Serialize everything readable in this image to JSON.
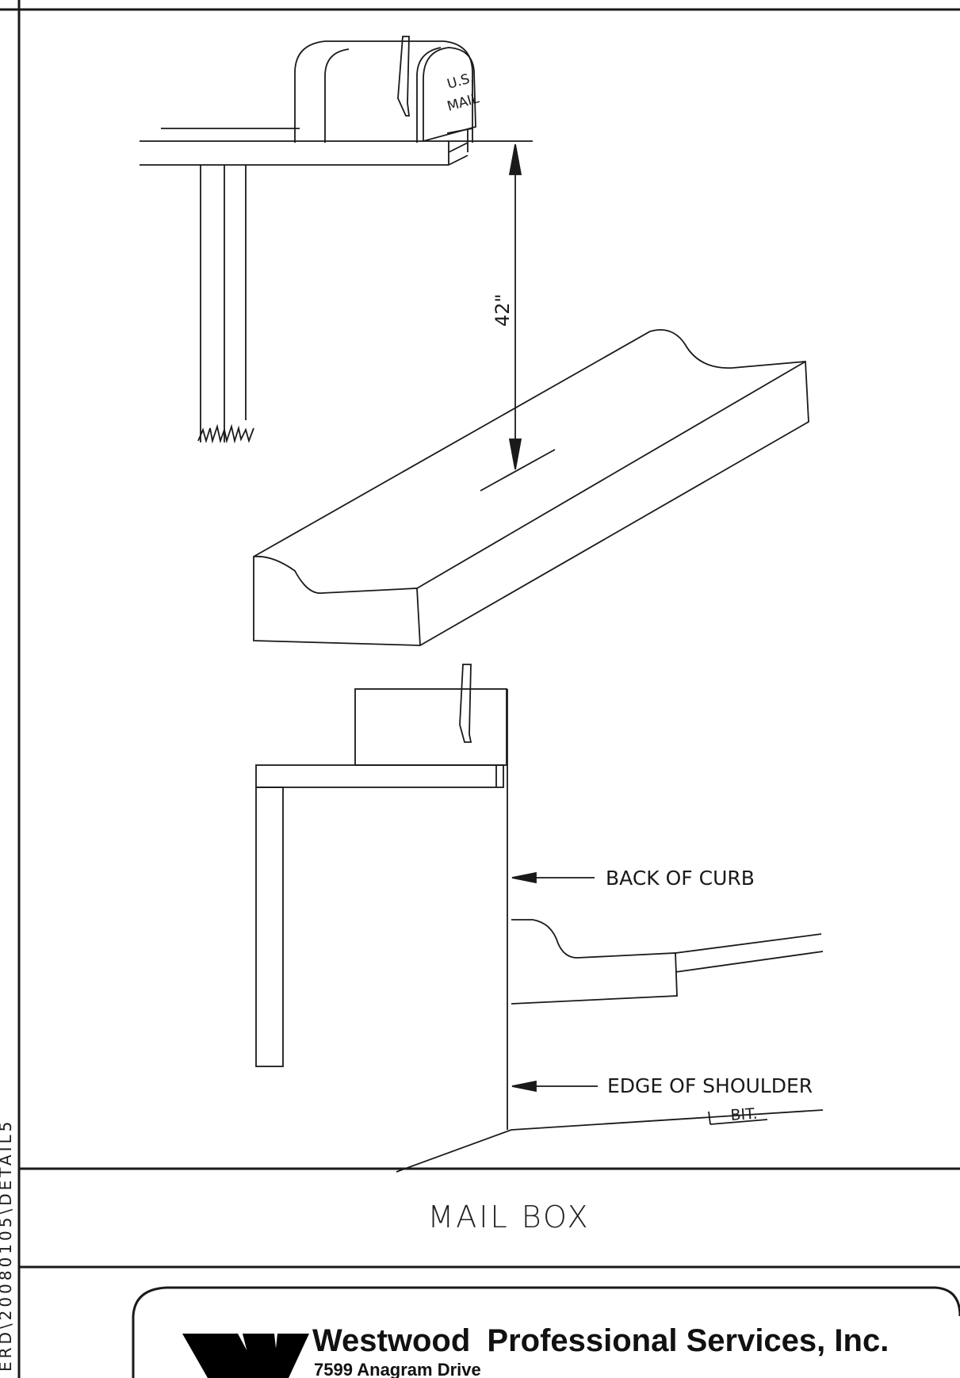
{
  "drawing": {
    "mailbox_lettering": [
      "U.S.",
      "MAIL"
    ],
    "dimension_label": "42\"",
    "callouts": {
      "back_of_curb": "BACK OF CURB",
      "edge_of_shoulder": "EDGE OF SHOULDER",
      "bit": "BIT."
    }
  },
  "title": "MAIL BOX",
  "title_block": {
    "firm_name_bold": "Westwood",
    "firm_name_rest": "Professional Services, Inc.",
    "address": "7599 Anagram Drive"
  },
  "side_margin_text": "ERD\\20080105\\DETAIL5"
}
